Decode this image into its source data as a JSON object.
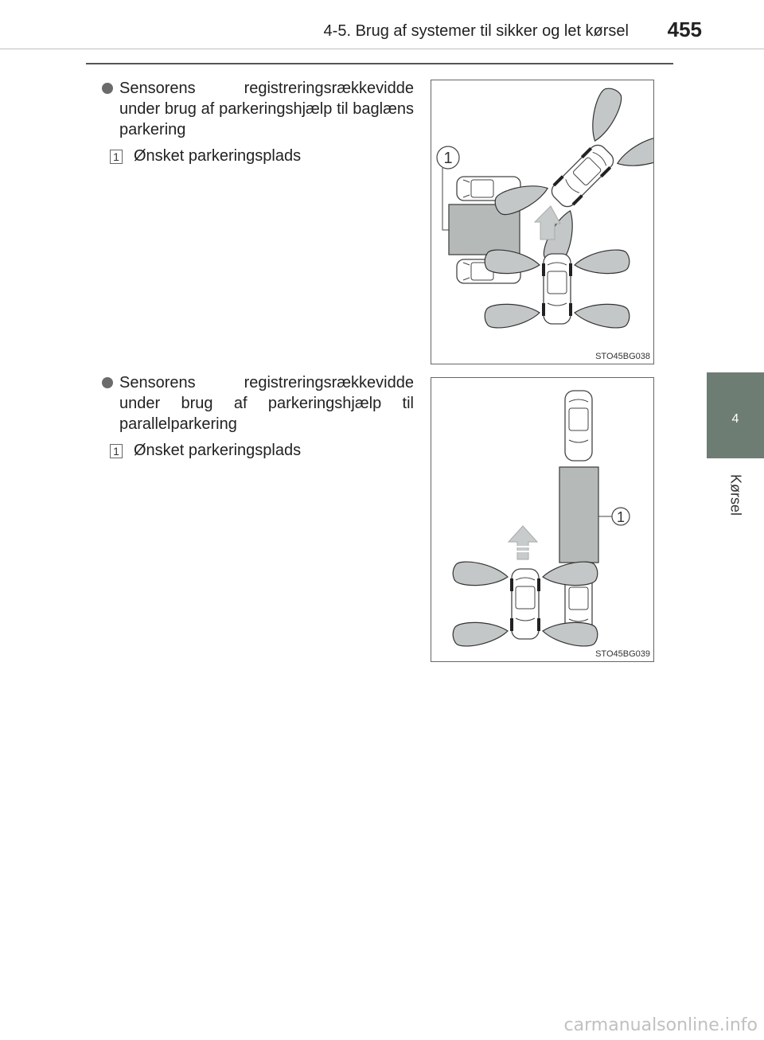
{
  "header": {
    "section_title": "4-5. Brug af systemer til sikker og let kørsel",
    "page_number": "455"
  },
  "side_tab": {
    "chapter_number": "4",
    "chapter_label": "Kørsel"
  },
  "sections": [
    {
      "bullet_text": "Sensorens registreringsrækkevidde under brug af parkeringshjælp til baglæns parkering",
      "callout_number": "1",
      "callout_text": "Ønsket parkeringsplads",
      "figure": {
        "code": "STO45BG038",
        "callout_label": "1"
      }
    },
    {
      "bullet_text": "Sensorens registreringsrækkevidde under brug af parkeringshjælp til parallelparkering",
      "callout_number": "1",
      "callout_text": "Ønsket parkeringsplads",
      "figure": {
        "code": "STO45BG039",
        "callout_label": "1"
      }
    }
  ],
  "watermark": "carmanualsonline.info",
  "colors": {
    "side_tab": "#6e7d74",
    "parking_space": "#b5bab8",
    "sensor_zone": "#c4c7c7",
    "arrow": "#c8cbcb"
  }
}
